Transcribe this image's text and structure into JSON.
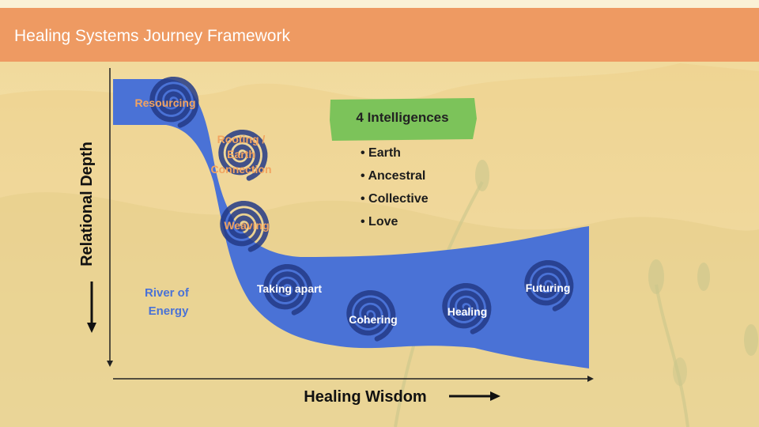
{
  "header": {
    "title": "Healing Systems Journey Framework"
  },
  "axes": {
    "y_label": "Relational Depth",
    "x_label": "Healing Wisdom"
  },
  "river": {
    "label": "River of Energy"
  },
  "stages": [
    {
      "lines": [
        "Resourcing"
      ]
    },
    {
      "lines": [
        "Rooting /",
        "Earth",
        "Connection"
      ]
    },
    {
      "lines": [
        "Weaving"
      ]
    },
    {
      "lines": [
        "Taking apart"
      ]
    },
    {
      "lines": [
        "Cohering"
      ]
    },
    {
      "lines": [
        "Healing"
      ]
    },
    {
      "lines": [
        "Futuring"
      ]
    }
  ],
  "intelligences": {
    "title": "4 Intelligences",
    "items": [
      "Earth",
      "Ancestral",
      "Collective",
      "Love"
    ]
  },
  "colors": {
    "header": "#ee9a62",
    "river": "#4a72d6",
    "spiral": "#233a86",
    "badge": "#7cc35a",
    "stage_orange": "#f2a35f"
  }
}
